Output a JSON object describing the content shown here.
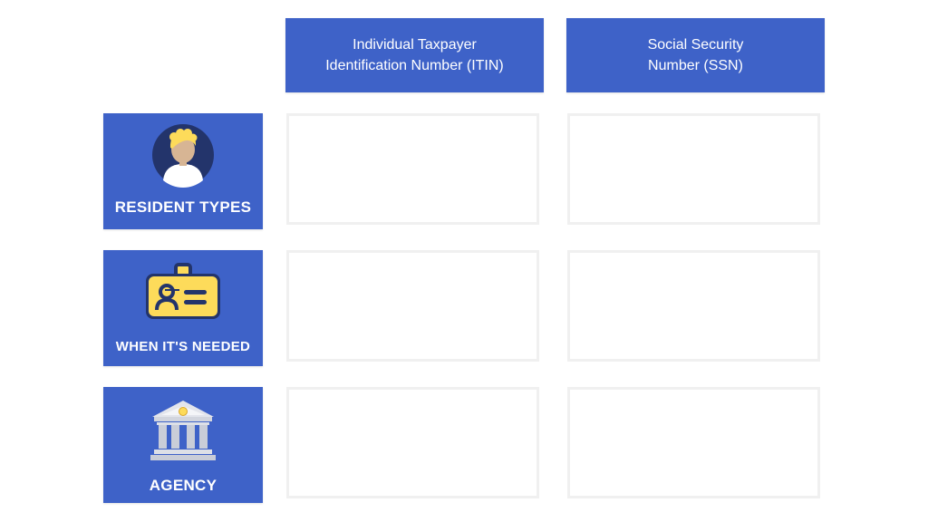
{
  "columns": [
    {
      "line1": "Individual Taxpayer",
      "line2": "Identification Number (ITIN)"
    },
    {
      "line1": "Social Security",
      "line2": "Number (SSN)"
    }
  ],
  "rows": [
    {
      "label": "RESIDENT TYPES",
      "icon": "person-icon"
    },
    {
      "label": "WHEN IT'S NEEDED",
      "icon": "id-card-icon"
    },
    {
      "label": "AGENCY",
      "icon": "bank-building-icon"
    }
  ],
  "colors": {
    "header_blue": "#3e62c8",
    "cell_border": "#f0f0f0",
    "icon_yellow": "#fddb5a",
    "icon_navy": "#23346b",
    "skin": "#d7b594"
  }
}
